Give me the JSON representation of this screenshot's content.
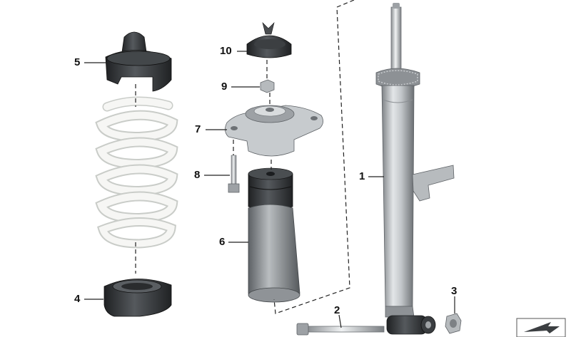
{
  "callouts": {
    "c1": "1",
    "c2": "2",
    "c3": "3",
    "c4": "4",
    "c5": "5",
    "c6": "6",
    "c7": "7",
    "c8": "8",
    "c9": "9",
    "c10": "10"
  },
  "colors": {
    "background": "#ffffff",
    "metal_light": "#d6d9dc",
    "metal_mid": "#a9adb1",
    "metal_dark": "#6f7377",
    "rubber_dark": "#2e3033",
    "spring_white": "#f4f4f2",
    "spring_shadow": "#c9ccc8"
  },
  "icons": {
    "orientation_badge": "assembly-arrow-icon"
  }
}
